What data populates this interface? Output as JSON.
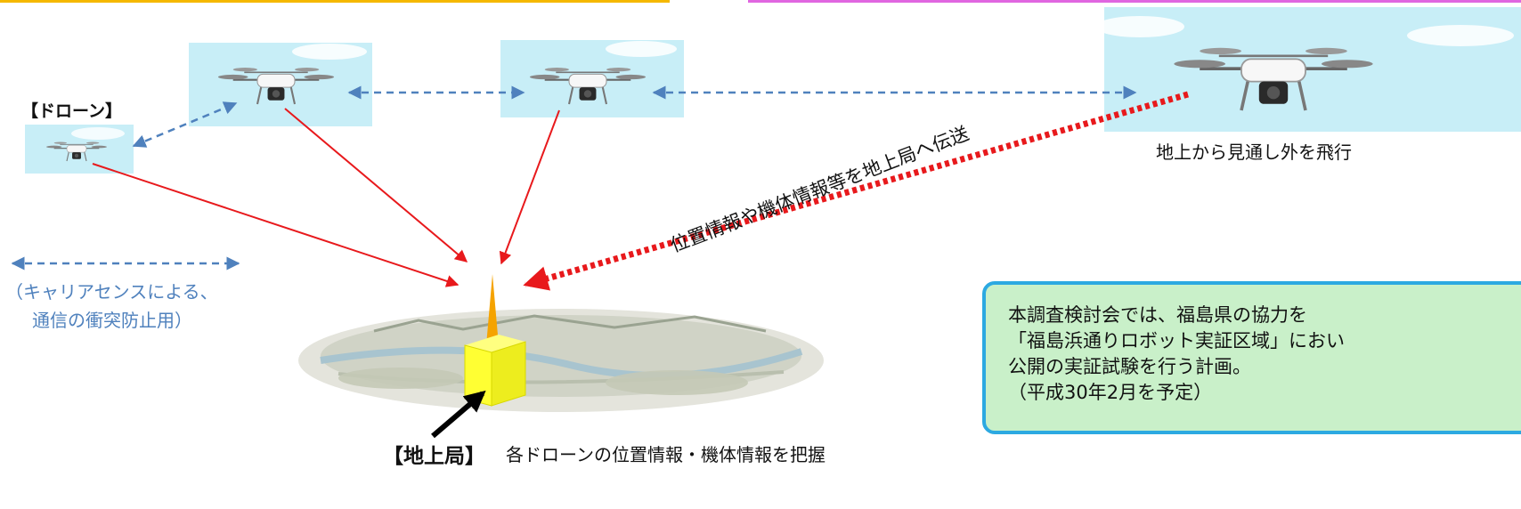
{
  "labels": {
    "drone": "【ドローン】",
    "beyond_visual": "地上から見通し外を飛行",
    "transmit": "位置情報や機体情報等を地上局へ伝送",
    "carrier_sense_line1": "（キャリアセンスによる、",
    "carrier_sense_line2": "通信の衝突防止用）",
    "ground_station": "【地上局】",
    "ground_station_desc": "各ドローンの位置情報・機体情報を把握"
  },
  "note": {
    "lines": [
      "本調査検討会では、福島県の協力を",
      "「福島浜通りロボット実証区域」におい",
      "公開の実証試験を行う計画。",
      "（平成30年2月を予定）"
    ]
  },
  "colors": {
    "red_link": "#e8191c",
    "blue_dashed": "#4f81bd",
    "sky": "#c8eef7",
    "note_fill": "#c9f0c9",
    "note_border": "#2ca9e1",
    "tower_yellow": "#ffff33",
    "tower_orange": "#f5a300"
  },
  "icons": [
    "drone-icon",
    "ground-station-tower-icon",
    "city-landscape-icon"
  ]
}
